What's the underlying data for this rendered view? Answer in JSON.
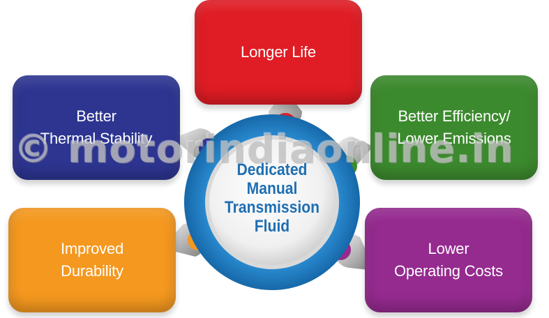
{
  "center": {
    "lines": [
      "Dedicated",
      "Manual",
      "Transmission",
      "Fluid"
    ]
  },
  "benefits": [
    {
      "id": "top",
      "lines": [
        "Longer Life"
      ],
      "color": "#e01c24"
    },
    {
      "id": "top-left",
      "lines": [
        "Better",
        "Thermal Stability"
      ],
      "color": "#2d3591"
    },
    {
      "id": "top-right",
      "lines": [
        "Better Efficiency/",
        "Lower Emissions"
      ],
      "color": "#3c8a2e"
    },
    {
      "id": "bottom-left",
      "lines": [
        "Improved",
        "Durability"
      ],
      "color": "#f4981f"
    },
    {
      "id": "bottom-right",
      "lines": [
        "Lower",
        "Operating Costs"
      ],
      "color": "#952a8f"
    }
  ],
  "ring_color": "#1f7fc4",
  "watermark": "© motorindiaonline.in"
}
